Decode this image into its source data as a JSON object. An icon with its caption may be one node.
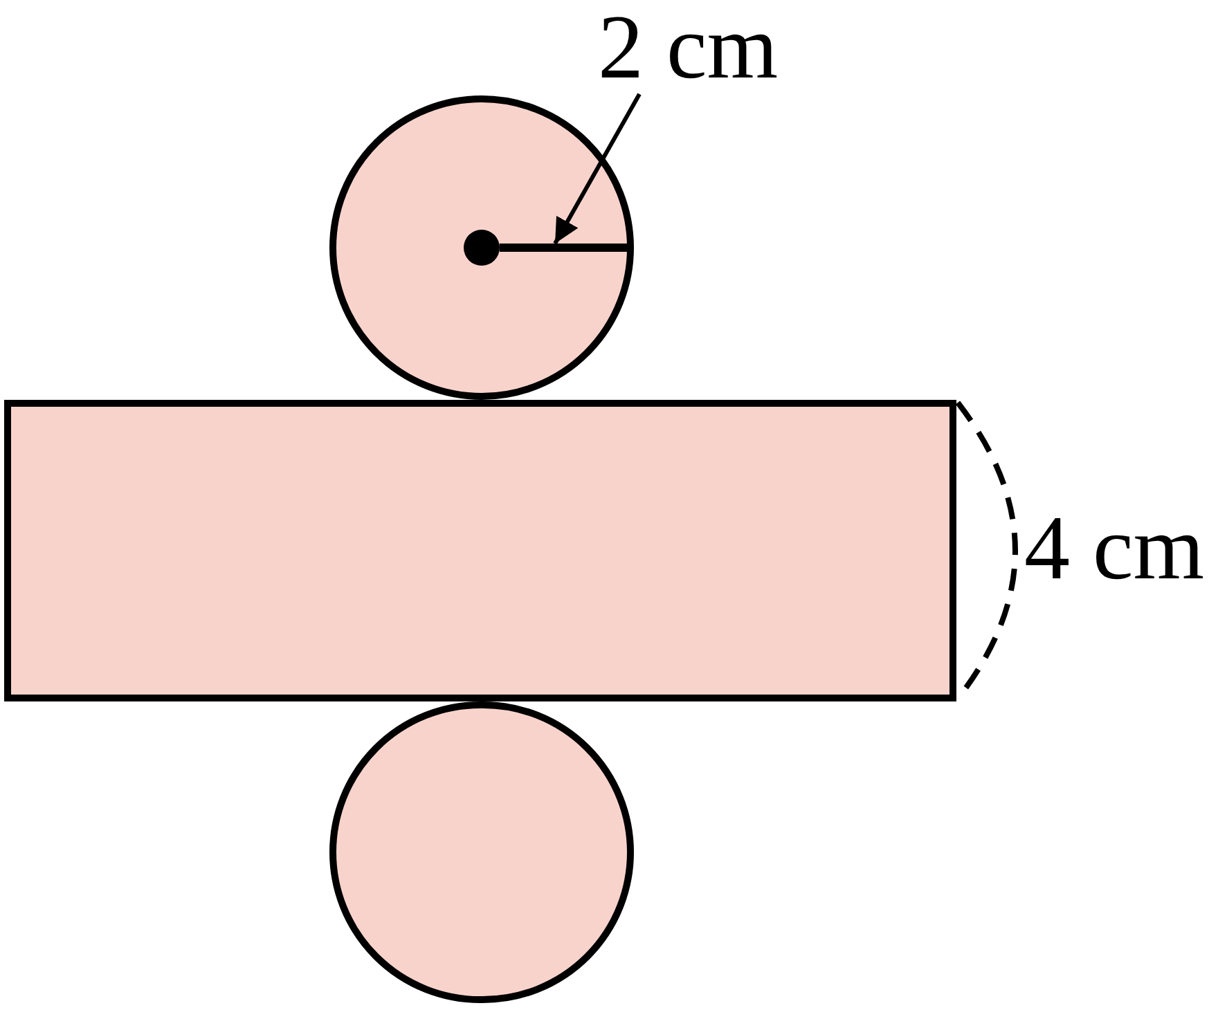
{
  "diagram": {
    "nodes": [
      {
        "text": [],
        "shape": "circle"
      },
      {
        "text": [],
        "shape": "line",
        "in": 0
      },
      {
        "text": [
          "2 cm"
        ]
      },
      {
        "text": [],
        "shape": "box"
      },
      {
        "text": [],
        "shape": "circle"
      }
    ],
    "edges": [
      {
        "from": 2,
        "to": 1,
        "arrow": "to"
      }
    ],
    "labels": [
      "4 cm"
    ]
  }
}
